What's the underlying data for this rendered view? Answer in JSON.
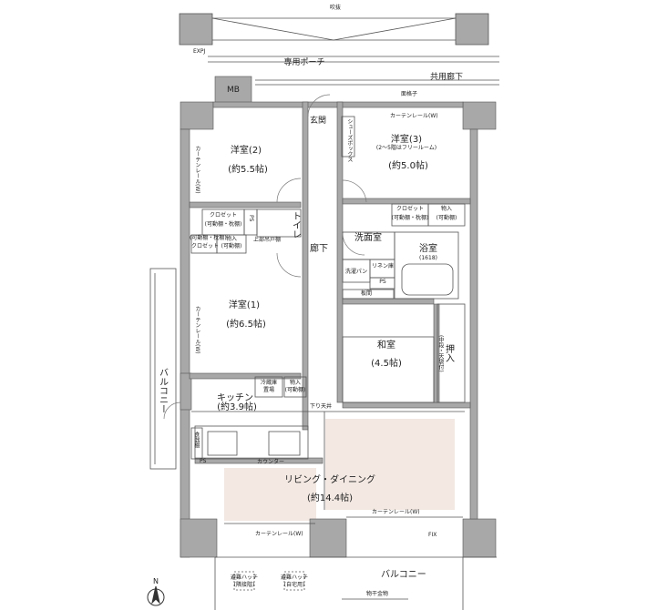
{
  "plan": {
    "labels": {
      "void_top": "吹抜",
      "expj": "EXPJ",
      "private_porch": "専用ポーチ",
      "common_corridor": "共用廊下",
      "mb": "MB",
      "entrance": "玄関",
      "shoe_box": "シューズボックス",
      "lattice": "面格子",
      "curtain_rail_top": "カーテンレール(W)",
      "western_room_2_name": "洋室(2)",
      "western_room_2_size": "(約5.5帖)",
      "western_room_3_name": "洋室(3)",
      "western_room_3_note": "(2〜5階はフリールーム)",
      "western_room_3_size": "(約5.0帖)",
      "closet_movable_shelf": "クロゼット",
      "closet_movable_shelf_note": "(可動棚・枕棚)",
      "ps_left": "PS",
      "toilet": "トイレ",
      "storage_movable_left": "物入",
      "storage_movable_left_note": "(可動棚)",
      "closet_left_note": "(可動棚・枕棚)",
      "closet_left": "クロゼット",
      "upper_cabinet": "上部吊戸棚",
      "closet_room3": "クロゼット",
      "closet_room3_note": "(可動棚・枕棚)",
      "storage_room3": "物入",
      "storage_room3_note": "(可動棚)",
      "corridor": "廊下",
      "washroom": "洗面室",
      "bathroom": "浴室",
      "bathroom_size": "(1618)",
      "washing_pan": "洗濯パン",
      "linen_shelf": "リネン庫",
      "ps_bath": "PS",
      "slab": "板間",
      "western_room_1_name": "洋室(1)",
      "western_room_1_size": "(約6.5帖)",
      "curtain_rail_left": "カーテンレール(W)",
      "curtain_rail_room1": "カーテンレール(W)",
      "japanese_room_name": "和室",
      "japanese_room_size": "(4.5帖)",
      "oshiire": "押入",
      "oshiire_note": "(中段・天袋付)",
      "balcony_side": "バルコニー",
      "fridge": "冷蔵庫",
      "fridge_note": "置場",
      "storage_kitchen": "物入",
      "storage_kitchen_note": "(可動棚)",
      "kitchen_name": "キッチン",
      "kitchen_size": "(約3.9帖)",
      "downlight_ceiling": "下り天井",
      "pantry": "食器棚",
      "ps_kitchen": "PS",
      "counter": "カウンター",
      "living_name": "リビング・ダイニング",
      "living_size": "(約14.4帖)",
      "curtain_rail_ld_right": "カーテンレール(W)",
      "fix": "FIX",
      "curtain_rail_ld_bottom": "カーテンレール(W)",
      "balcony_bottom": "バルコニー",
      "hatch_1": "避難ハッチ",
      "hatch_1_note": "(隣接階)",
      "hatch_2": "避難ハッチ",
      "hatch_2_note": "(自宅用)",
      "drying_hardware": "物干金物",
      "north": "N"
    },
    "colors": {
      "wall": "#a8a8a8",
      "line": "#555555",
      "floor_highlight": "#f3e8e2"
    }
  }
}
